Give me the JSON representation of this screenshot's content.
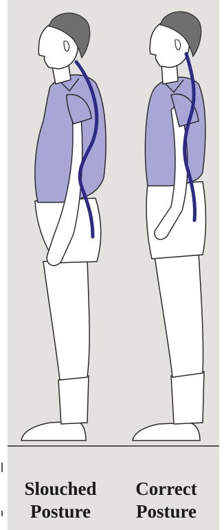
{
  "panels": [
    {
      "caption_line1": "Slouched",
      "caption_line2": "Posture"
    },
    {
      "caption_line1": "Correct",
      "caption_line2": "Posture"
    }
  ],
  "colors": {
    "panel_bg": "#e3e2de",
    "shirt": "#a8a6d4",
    "spine_line": "#2e2b86",
    "hair": "#6f6f6f",
    "outline": "#2a2a2a",
    "skin_fill": "#ffffff"
  }
}
